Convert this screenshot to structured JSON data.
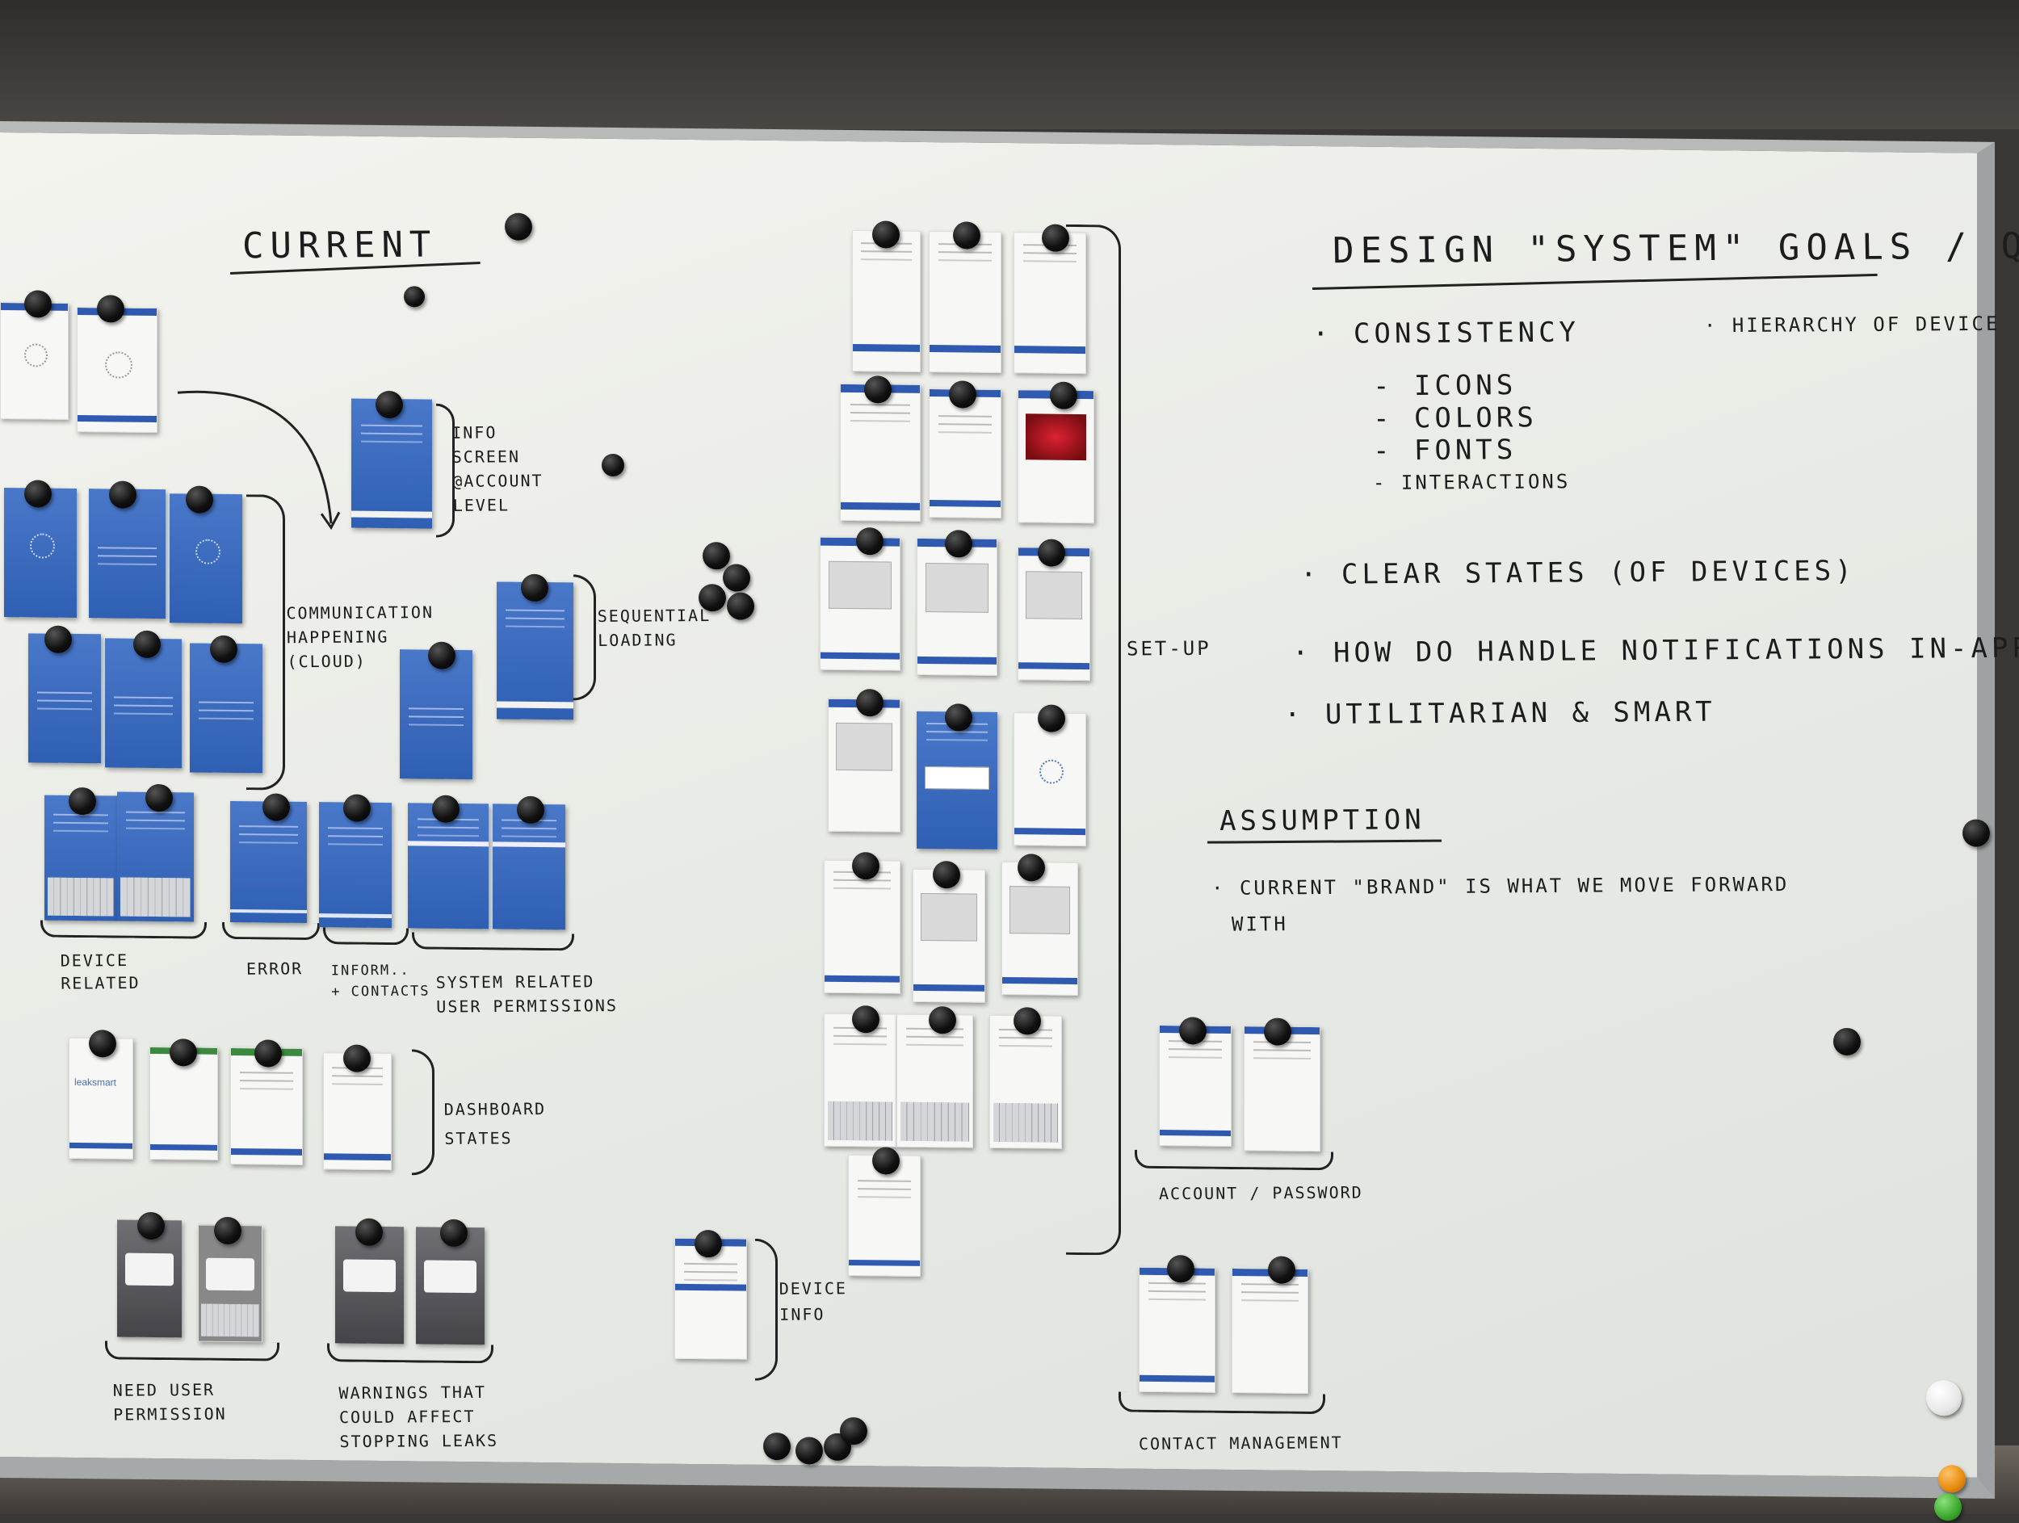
{
  "board": {
    "title_left": "CURRENT",
    "title_right": "DESIGN \"SYSTEM\" GOALS / QUESTI",
    "goals": [
      "· CONSISTENCY",
      "- ICONS",
      "- COLORS",
      "- FONTS",
      "- INTERACTIONS",
      "· CLEAR STATES (OF DEVICES)",
      "· HOW DO HANDLE NOTIFICATIONS IN-APP?",
      "· UTILITARIAN & SMART"
    ],
    "hierarchy": "· HIERARCHY OF DEVICE",
    "assumption_heading": "ASSUMPTION",
    "assumption_line1": "· CURRENT \"BRAND\" IS WHAT WE MOVE FORWARD",
    "assumption_line2": "WITH",
    "labels": {
      "info_screen": [
        "INFO",
        "SCREEN",
        "@ACCOUNT",
        "LEVEL"
      ],
      "communication": [
        "COMMUNICATION",
        "HAPPENING",
        "(CLOUD)"
      ],
      "sequential": [
        "SEQUENTIAL",
        "LOADING"
      ],
      "device_related": [
        "DEVICE",
        "RELATED"
      ],
      "error": "ERROR",
      "inform": [
        "INFORM..",
        "+ CONTACTS"
      ],
      "system_related": [
        "SYSTEM RELATED",
        "USER PERMISSIONS"
      ],
      "dashboard": [
        "DASHBOARD",
        "STATES"
      ],
      "need_user": [
        "NEED USER",
        "PERMISSION"
      ],
      "warnings": [
        "WARNINGS THAT",
        "COULD AFFECT",
        "STOPPING LEAKS"
      ],
      "device_info": [
        "DEVICE",
        "INFO"
      ],
      "setup": "SET-UP",
      "account": "ACCOUNT / PASSWORD",
      "contact": "CONTACT MANAGEMENT"
    },
    "logo_text": "leaksmart"
  }
}
